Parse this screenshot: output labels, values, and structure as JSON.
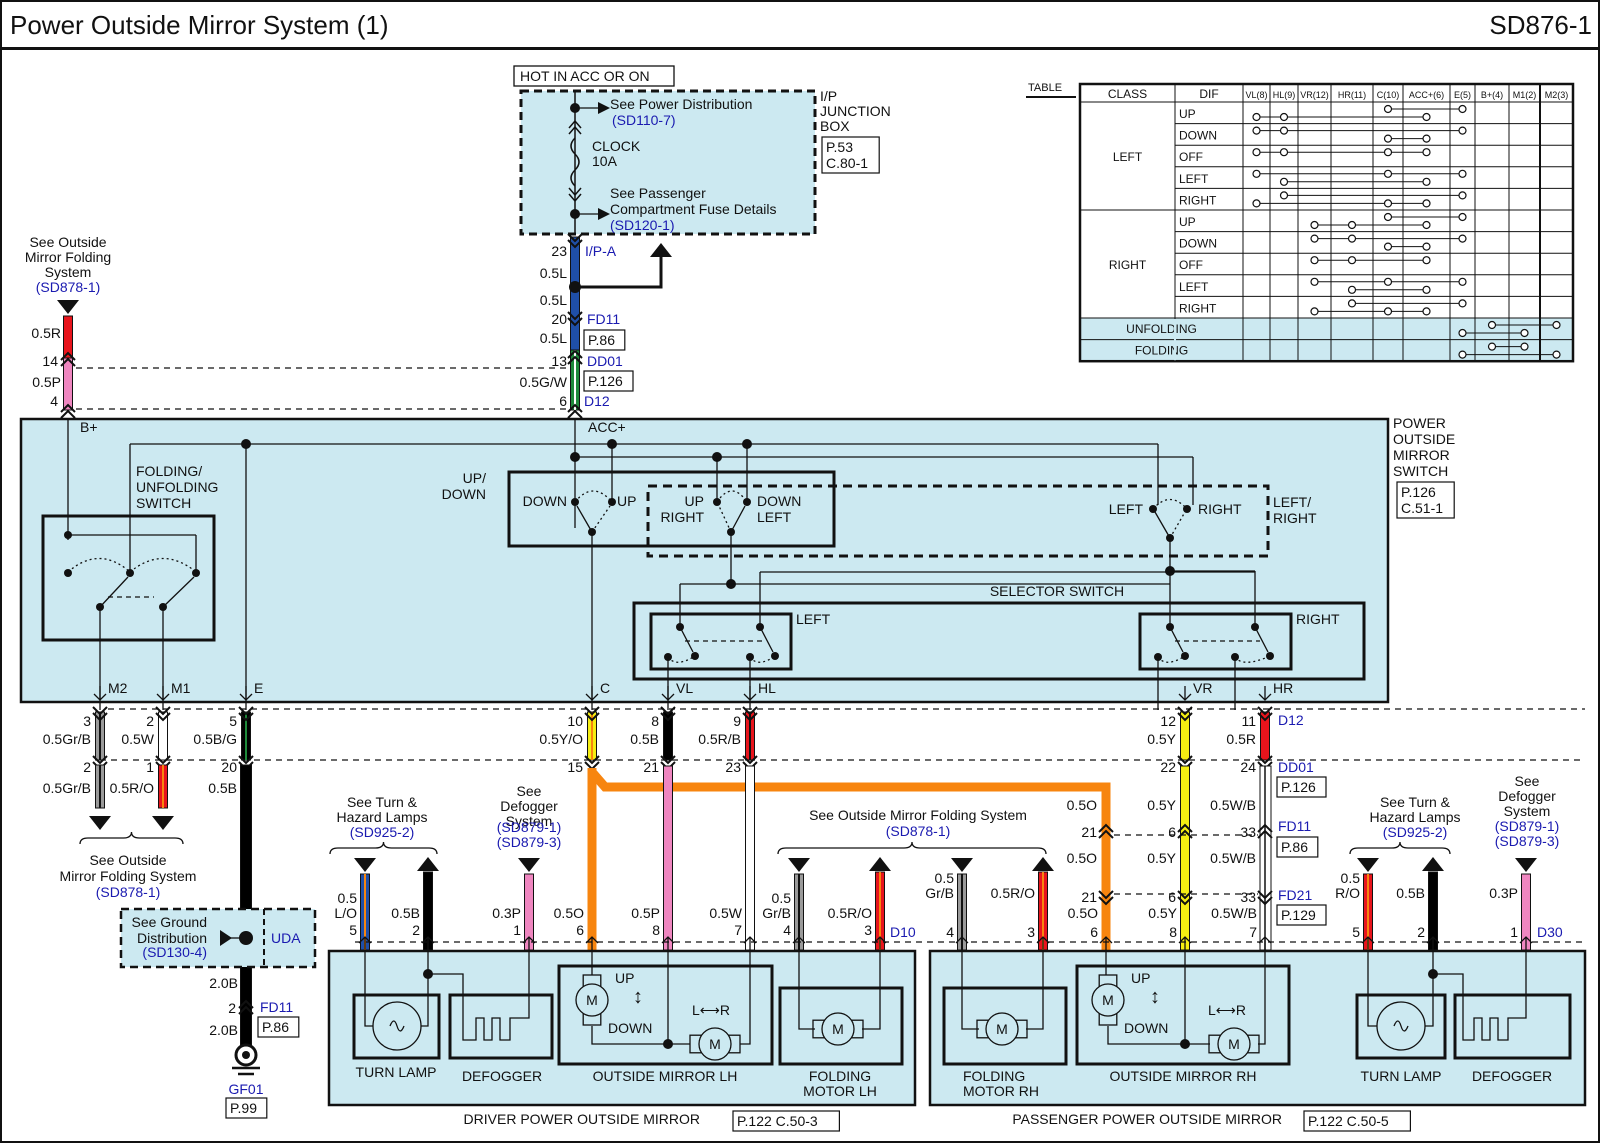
{
  "header": {
    "title": "Power Outside Mirror System (1)",
    "code": "SD876-1"
  },
  "colors": {
    "box_fill": "#cce9f1",
    "ref_blue": "#1a1ab0",
    "wire_blue": "#1f4fa8",
    "wire_green": "#1e8a3a",
    "wire_red": "#e8141c",
    "wire_pink": "#ef86c0",
    "wire_yellow": "#f5ee12",
    "wire_orange": "#f7850f",
    "wire_gray": "#9a9a9a",
    "wire_black": "#000000",
    "wire_white": "#ffffff"
  },
  "junction_box": {
    "hot_label": "HOT IN ACC OR ON",
    "name": [
      "I/P",
      "JUNCTION",
      "BOX"
    ],
    "ref": [
      "P.53",
      "C.80-1"
    ],
    "fuse_name": "CLOCK",
    "fuse_rating": "10A",
    "see_power": "See Power Distribution",
    "see_power_ref": "(SD110-7)",
    "see_fuse": [
      "See Passenger",
      "Compartment Fuse Details"
    ],
    "see_fuse_ref": "(SD120-1)"
  },
  "acc_feed": {
    "pin_ipa": "23",
    "conn_ipa": "I/P-A",
    "wire1": "0.5L",
    "wire2": "0.5L",
    "pin_fd11": "20",
    "conn_fd11": "FD11",
    "wire3": "0.5L",
    "ref_fd11": "P.86",
    "pin_dd01": "13",
    "conn_dd01": "DD01",
    "wire4": "0.5G/W",
    "ref_dd01": "P.126",
    "pin_d12": "6",
    "conn_d12": "D12",
    "term": "ACC+"
  },
  "bplus_feed": {
    "see": [
      "See Outside",
      "Mirror Folding",
      "System"
    ],
    "see_ref": "(SD878-1)",
    "wire_top": "0.5R",
    "pin_dd01": "14",
    "wire_bottom": "0.5P",
    "pin_d12": "4",
    "term": "B+"
  },
  "table": {
    "label": "TABLE",
    "headers": [
      "CLASS",
      "DIF",
      "VL(8)",
      "HL(9)",
      "VR(12)",
      "HR(11)",
      "C(10)",
      "ACC+(6)",
      "E(5)",
      "B+(4)",
      "M1(2)",
      "M2(3)"
    ],
    "groups": [
      {
        "class": "LEFT",
        "rows": [
          "UP",
          "DOWN",
          "OFF",
          "LEFT",
          "RIGHT"
        ]
      },
      {
        "class": "RIGHT",
        "rows": [
          "UP",
          "DOWN",
          "OFF",
          "LEFT",
          "RIGHT"
        ]
      }
    ],
    "fold_rows": [
      "UNFOLDING",
      "FOLDING"
    ],
    "connections": [
      [
        [
          6,
          8
        ],
        [
          2,
          3,
          7
        ]
      ],
      [
        [
          2,
          3,
          8
        ],
        [
          6,
          7
        ]
      ],
      [
        [
          2,
          3,
          6,
          7
        ]
      ],
      [
        [
          2,
          6,
          8
        ],
        [
          3,
          7
        ]
      ],
      [
        [
          3,
          8
        ],
        [
          2,
          6,
          7
        ]
      ],
      [
        [
          6,
          8
        ],
        [
          4,
          5,
          7
        ]
      ],
      [
        [
          4,
          5,
          8
        ],
        [
          6,
          7
        ]
      ],
      [
        [
          4,
          5,
          7
        ]
      ],
      [
        [
          4,
          6,
          8
        ],
        [
          5,
          7
        ]
      ],
      [
        [
          5,
          8
        ],
        [
          4,
          6,
          7
        ]
      ],
      [
        [
          9,
          11
        ],
        [
          8,
          10
        ]
      ],
      [
        [
          9,
          10
        ],
        [
          8,
          11
        ]
      ]
    ]
  },
  "switch_assembly": {
    "name": [
      "POWER",
      "OUTSIDE",
      "MIRROR",
      "SWITCH"
    ],
    "ref": [
      "P.126",
      "C.51-1"
    ],
    "folding_switch": [
      "FOLDING/",
      "UNFOLDING",
      "SWITCH"
    ],
    "updown_label": [
      "UP/",
      "DOWN"
    ],
    "down": "DOWN",
    "up": "UP",
    "up_right": [
      "UP",
      "RIGHT"
    ],
    "down_left": [
      "DOWN",
      "LEFT"
    ],
    "lr_label": [
      "LEFT/",
      "RIGHT"
    ],
    "lr_left": "LEFT",
    "lr_right": "RIGHT",
    "selector": "SELECTOR SWITCH",
    "sel_left": "LEFT",
    "sel_right": "RIGHT",
    "terminals": [
      "M2",
      "M1",
      "E",
      "C",
      "VL",
      "HL",
      "VR",
      "HR"
    ]
  },
  "d12_wires": [
    {
      "term": "M2",
      "pin": "3",
      "wire": "0.5Gr/B",
      "pin2": "2",
      "wire2": "0.5Gr/B",
      "color": "gray"
    },
    {
      "term": "M1",
      "pin": "2",
      "wire": "0.5W",
      "pin2": "1",
      "wire2": "0.5R/O",
      "color": "white"
    },
    {
      "term": "E",
      "pin": "5",
      "wire": "0.5B/G",
      "pin2": "20",
      "wire2": "0.5B",
      "color": "black"
    },
    {
      "term": "C",
      "pin": "10",
      "wire": "0.5Y/O",
      "pin2": "15",
      "color": "yellow"
    },
    {
      "term": "VL",
      "pin": "8",
      "wire": "0.5B",
      "pin2": "21",
      "color": "black"
    },
    {
      "term": "HL",
      "pin": "9",
      "wire": "0.5R/B",
      "pin2": "23",
      "color": "red"
    },
    {
      "term": "VR",
      "pin": "12",
      "wire": "0.5Y",
      "pin2": "22",
      "color": "yellow"
    },
    {
      "term": "HR",
      "pin": "11",
      "wire": "0.5R",
      "pin2": "24",
      "color": "red"
    }
  ],
  "connector_labels": {
    "d12": "D12",
    "dd01": "DD01",
    "dd01_ref": "P.126",
    "fd11": "FD11",
    "fd11_ref": "P.86",
    "fd21": "FD21",
    "fd21_ref": "P.129",
    "d10": "D10",
    "d30": "D30"
  },
  "folding_ref_left": {
    "see": [
      "See Outside",
      "Mirror Folding System"
    ],
    "ref": "(SD878-1)"
  },
  "ground": {
    "see": [
      "See Ground",
      "Distribution"
    ],
    "ref": "(SD130-4)",
    "splice": "UDA",
    "wire1": "2.0B",
    "pin": "2",
    "conn": "FD11",
    "conn_ref": "P.86",
    "wire2": "2.0B",
    "gnd": "GF01",
    "gnd_ref": "P.99"
  },
  "driver_mirror": {
    "title": "DRIVER POWER OUTSIDE MIRROR",
    "ref": "P.122 C.50-3",
    "turn_ref": {
      "see": [
        "See Turn &",
        "Hazard Lamps"
      ],
      "ref": "(SD925-2)"
    },
    "defog_ref": {
      "see": [
        "See",
        "Defogger",
        "System"
      ],
      "refs": [
        "(SD879-1)",
        "(SD879-3)"
      ]
    },
    "folding_ref": {
      "see": "See Outside Mirror Folding System",
      "ref": "(SD878-1)"
    },
    "pins": [
      {
        "wire": [
          "0.5",
          "L/O"
        ],
        "pin": "5"
      },
      {
        "wire": [
          "0.5B"
        ],
        "pin": "2"
      },
      {
        "wire": [
          "0.3P"
        ],
        "pin": "1"
      },
      {
        "wire": [
          "0.5O"
        ],
        "pin": "6"
      },
      {
        "wire": [
          "0.5P"
        ],
        "pin": "8"
      },
      {
        "wire": [
          "0.5W"
        ],
        "pin": "7"
      },
      {
        "wire": [
          "0.5",
          "Gr/B"
        ],
        "pin": "4"
      },
      {
        "wire": [
          "0.5R/O"
        ],
        "pin": "3"
      }
    ],
    "components": [
      "TURN LAMP",
      "DEFOGGER",
      "OUTSIDE MIRROR LH",
      "FOLDING",
      "MOTOR LH"
    ]
  },
  "passenger_mirror": {
    "title": "PASSENGER POWER OUTSIDE MIRROR",
    "ref": "P.122 C.50-5",
    "turn_ref": {
      "see": [
        "See Turn &",
        "Hazard Lamps"
      ],
      "ref": "(SD925-2)"
    },
    "defog_ref": {
      "see": [
        "See",
        "Defogger",
        "System"
      ],
      "refs": [
        "(SD879-1)",
        "(SD879-3)"
      ]
    },
    "pins": [
      {
        "wire": [
          "0.5",
          "Gr/B"
        ],
        "pin": "4"
      },
      {
        "wire": [
          "0.5R/O"
        ],
        "pin": "3"
      },
      {
        "wire": [
          "0.5O"
        ],
        "pin": "6"
      },
      {
        "wire": [
          "0.5Y"
        ],
        "pin": "8"
      },
      {
        "wire": [
          "0.5W/B"
        ],
        "pin": "7"
      },
      {
        "wire": [
          "0.5",
          "R/O"
        ],
        "pin": "5"
      },
      {
        "wire": [
          "0.5B"
        ],
        "pin": "2"
      },
      {
        "wire": [
          "0.3P"
        ],
        "pin": "1"
      }
    ],
    "orange_wires": [
      {
        "wire": "0.5O",
        "pin": "21"
      },
      {
        "wire": "0.5O",
        "pin": "21"
      }
    ],
    "yellow_wires": [
      {
        "wire": "0.5Y",
        "pin": "6"
      },
      {
        "wire": "0.5Y",
        "pin": "6"
      }
    ],
    "wb_wires": [
      {
        "wire": "0.5W/B",
        "pin": "33"
      },
      {
        "wire": "0.5W/B",
        "pin": "33"
      }
    ],
    "components": [
      "FOLDING",
      "MOTOR RH",
      "OUTSIDE MIRROR RH",
      "TURN LAMP",
      "DEFOGGER"
    ]
  },
  "motor_labels": {
    "m": "M",
    "up": "UP",
    "down": "DOWN",
    "lr": "L⟷R"
  }
}
